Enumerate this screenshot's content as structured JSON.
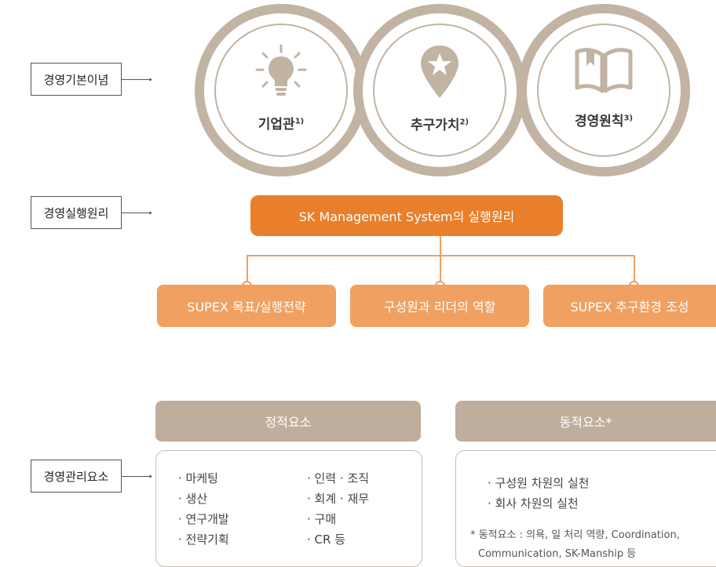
{
  "rows": {
    "basic": "경영기본이념",
    "practice": "경영실행원리",
    "management": "경영관리요소"
  },
  "circles": [
    {
      "title": "기업관",
      "note": "1)",
      "icon": "lightbulb-icon"
    },
    {
      "title": "추구가치",
      "note": "2)",
      "icon": "map-pin-star-icon"
    },
    {
      "title": "경영원칙",
      "note": "3)",
      "icon": "open-book-icon"
    }
  ],
  "practice": {
    "main": "SK Management System의 실행원리",
    "subs": [
      "SUPEX 목표/실행전략",
      "구성원과 리더의 역할",
      "SUPEX 추구환경 조성"
    ]
  },
  "static_elements": {
    "header": "정적요소",
    "col1": [
      "· 마케팅",
      "· 생산",
      "· 연구개발",
      "· 전략기획"
    ],
    "col2": [
      "· 인력 · 조직",
      "· 회계 · 재무",
      "· 구매",
      "· CR 등"
    ]
  },
  "dynamic_elements": {
    "header": "동적요소*",
    "items": [
      "· 구성원 차원의 실천",
      "· 회사 차원의 실천"
    ],
    "footnote_line1": "* 동적요소 : 의욕, 일 처리 역량, Coordination,",
    "footnote_line2": "Communication, SK-Manship 등"
  },
  "colors": {
    "orange": "#e97f2b",
    "light_orange": "#f0a061",
    "tan": "#bfae9b",
    "circle": "#c2b3a3"
  }
}
